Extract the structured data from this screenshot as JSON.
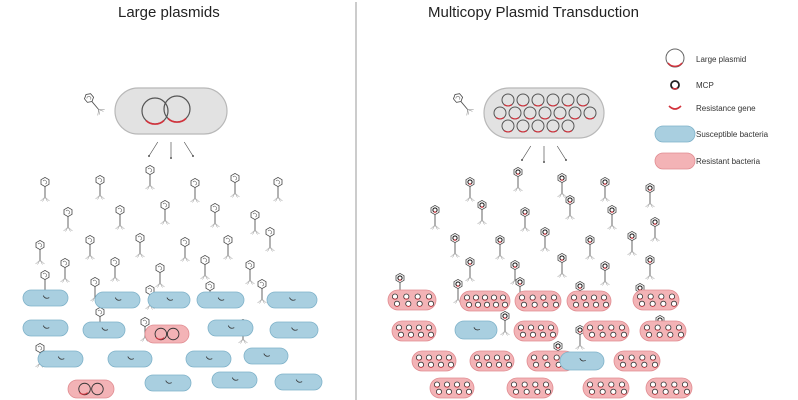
{
  "panels": {
    "left_title": "Large plasmids",
    "right_title": "Multicopy Plasmid Transduction"
  },
  "legend": {
    "items": [
      {
        "label": "Large plasmid",
        "icon": "large-plasmid-icon"
      },
      {
        "label": "MCP",
        "icon": "mcp-icon"
      },
      {
        "label": "Resistance gene",
        "icon": "resistance-gene-icon"
      },
      {
        "label": "Susceptible bacteria",
        "icon": "susceptible-bacteria-icon"
      },
      {
        "label": "Resistant bacteria",
        "icon": "resistant-bacteria-icon"
      }
    ]
  },
  "colors": {
    "susceptible_fill": "#a9cfe0",
    "susceptible_stroke": "#7fb2c9",
    "resistant_fill": "#f3b3b6",
    "resistant_stroke": "#e08c91",
    "resistance_gene": "#d2323c",
    "host_cell_fill": "#e2e2e2",
    "host_cell_stroke": "#b8b8b8",
    "phage_head": "#c7c7e6"
  }
}
